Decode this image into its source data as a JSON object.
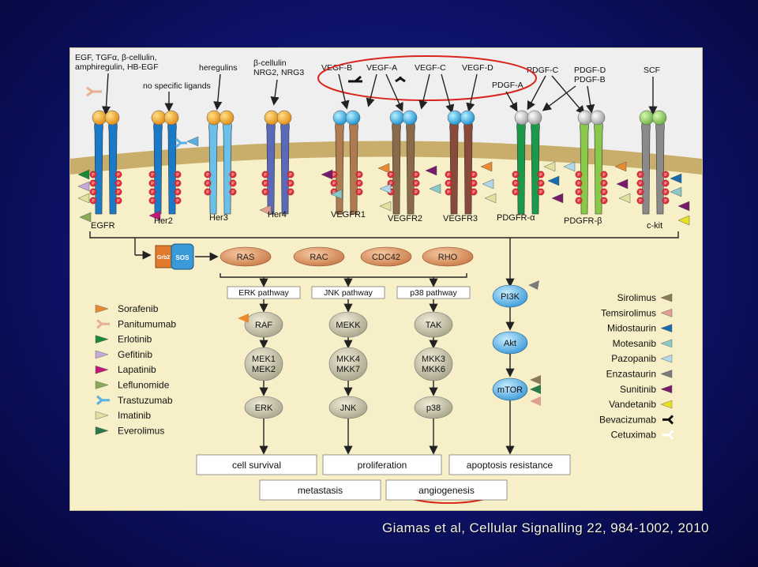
{
  "ligands": {
    "egf": [
      "EGF, TGFα, β-cellulin,",
      "amphiregulin, HB-EGF"
    ],
    "no_specific": "no specific ligands",
    "heregulins": "heregulins",
    "bcellulin": [
      "β-cellulin",
      "NRG2, NRG3"
    ],
    "vegf_b": "VEGF-B",
    "vegf_a": "VEGF-A",
    "vegf_c": "VEGF-C",
    "vegf_d": "VEGF-D",
    "pdgf_a": "PDGF-A",
    "pdgf_c": "PDGF-C",
    "pdgf_d": "PDGF-D",
    "pdgf_b": "PDGF-B",
    "scf": "SCF"
  },
  "receptors": [
    "EGFR",
    "Her2",
    "Her3",
    "Her4",
    "VEGFR1",
    "VEGFR2",
    "VEGFR3",
    "PDGFR-α",
    "PDGFR-β",
    "c-kit"
  ],
  "phospho_label": "P",
  "signaling": {
    "grb2": "Grb2",
    "sos": "SOS",
    "gtpases": [
      "RAS",
      "RAC",
      "CDC42",
      "RHO"
    ]
  },
  "pathways": {
    "erk": {
      "title": "ERK pathway",
      "nodes": [
        "RAF",
        "MEK1\nMEK2",
        "ERK"
      ]
    },
    "jnk": {
      "title": "JNK pathway",
      "nodes": [
        "MEKK",
        "MKK4\nMKK7",
        "JNK"
      ]
    },
    "p38": {
      "title": "p38 pathway",
      "nodes": [
        "TAK",
        "MKK3\nMKK6",
        "p38"
      ]
    },
    "pi3k": [
      "PI3K",
      "Akt",
      "mTOR"
    ]
  },
  "outcomes": [
    "cell survival",
    "proliferation",
    "apoptosis resistance",
    "metastasis",
    "angiogenesis"
  ],
  "legend_left": [
    {
      "label": "Sorafenib",
      "color": "#e88a2e",
      "shape": "tri"
    },
    {
      "label": "Panitumumab",
      "color": "#e8b090",
      "shape": "ab"
    },
    {
      "label": "Erlotinib",
      "color": "#1a8a3a",
      "shape": "tri"
    },
    {
      "label": "Gefitinib",
      "color": "#c7a9d9",
      "shape": "tri"
    },
    {
      "label": "Lapatinib",
      "color": "#c2187a",
      "shape": "tri"
    },
    {
      "label": "Leflunomide",
      "color": "#8aaa5a",
      "shape": "tri"
    },
    {
      "label": "Trastuzumab",
      "color": "#5ab0e0",
      "shape": "ab"
    },
    {
      "label": "Imatinib",
      "color": "#e0e0a0",
      "shape": "tri"
    },
    {
      "label": "Everolimus",
      "color": "#2a7a4a",
      "shape": "tri"
    }
  ],
  "legend_right": [
    {
      "label": "Sirolimus",
      "color": "#8a7a5a",
      "shape": "tri"
    },
    {
      "label": "Temsirolimus",
      "color": "#e0a090",
      "shape": "tri"
    },
    {
      "label": "Midostaurin",
      "color": "#1a6ab0",
      "shape": "tri"
    },
    {
      "label": "Motesanib",
      "color": "#8ac8c8",
      "shape": "tri"
    },
    {
      "label": "Pazopanib",
      "color": "#b0d8e8",
      "shape": "tri"
    },
    {
      "label": "Enzastaurin",
      "color": "#7a7a7a",
      "shape": "tri"
    },
    {
      "label": "Sunitinib",
      "color": "#7a1a6a",
      "shape": "tri"
    },
    {
      "label": "Vandetanib",
      "color": "#e8e020",
      "shape": "tri"
    },
    {
      "label": "Bevacizumab",
      "color": "#111111",
      "shape": "ab"
    },
    {
      "label": "Cetuximab",
      "color": "#ffffff",
      "shape": "ab"
    }
  ],
  "citation": "Giamas et al, Cellular Signalling 22, 984-1002, 2010"
}
